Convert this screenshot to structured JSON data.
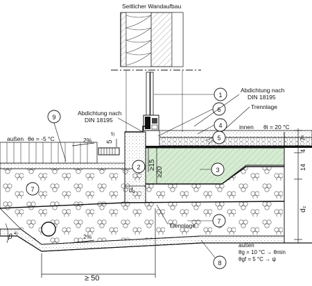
{
  "title": "Seitlicher Wandaufbau",
  "callouts": [
    "1",
    "6",
    "4",
    "5",
    "9",
    "2",
    "3",
    "7",
    "7",
    "8"
  ],
  "labels": {
    "abdichtung_top": [
      "Abdichtung nach",
      "DIN 18195"
    ],
    "trennlage_top": "Trennlage",
    "abdichtung_left": [
      "Abdichtung nach",
      "DIN 18195"
    ],
    "innen": "innen",
    "theta_i": "θi = 20 °C",
    "aussen_top": "außen",
    "theta_e": "θe = -5 °C",
    "slope_top": "2%",
    "slope_bottom": "2%",
    "trennlage_bottom": "Trennlage",
    "aussen_bottom": "außen",
    "theta_g": "θg = 10 °C → θmin",
    "theta_gf": "θgf =  5 °C → ψ",
    "beta": "β",
    "beta_sup": "4)"
  },
  "dimensions": {
    "d_right": [
      "7⁵",
      "4",
      "14",
      "d₂"
    ],
    "five_sup": "5",
    "five_sup_note": "5)",
    "ge15": "≥15",
    "ge20": "≥20",
    "d1": "d₁",
    "ge50": "≥ 50"
  },
  "colors": {
    "slab_green": "#d6ecd2",
    "line": "#1a1a1a"
  }
}
